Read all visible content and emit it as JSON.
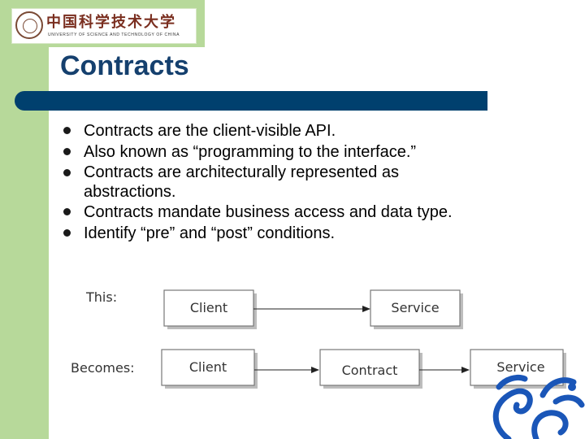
{
  "logo": {
    "cn": "中国科学技术大学",
    "en": "UNIVERSITY OF SCIENCE AND TECHNOLOGY OF CHINA"
  },
  "slide": {
    "title": "Contracts",
    "bullets": [
      "Contracts are the client-visible API.",
      "Also known as “programming to the interface.”",
      "Contracts are architecturally represented as abstractions.",
      "Contracts mandate business access and data type.",
      "Identify “pre” and “post” conditions."
    ]
  },
  "diagram": {
    "this_label": "This:",
    "becomes_label": "Becomes:",
    "client": "Client",
    "service": "Service",
    "contract": "Contract"
  },
  "colors": {
    "band": "#b7d99a",
    "title": "#15406e",
    "bar": "#00406e",
    "dragon": "#1a56b8"
  }
}
